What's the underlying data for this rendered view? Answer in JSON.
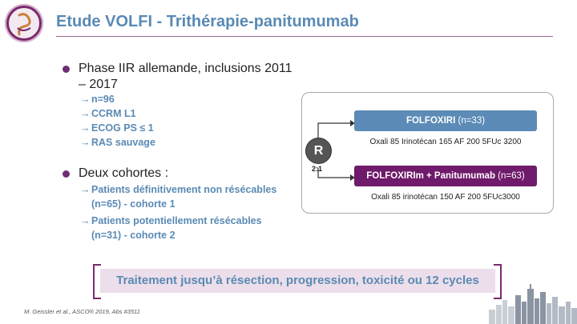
{
  "header": {
    "title": "Etude VOLFI - Trithérapie-panitumumab"
  },
  "bullets": [
    {
      "text_lines": [
        "Phase IIR allemande, inclusions 2011",
        "– 2017"
      ],
      "subs": [
        "n=96",
        "CCRM L1",
        "ECOG PS ≤ 1",
        "RAS sauvage"
      ]
    },
    {
      "text_lines": [
        "Deux cohortes :"
      ],
      "subs": [
        "Patients définitivement non résécables",
        "(n=65) - cohorte 1",
        "Patients potentiellement résécables",
        "(n=31) - cohorte 2"
      ]
    }
  ],
  "design": {
    "randomization_label": "R",
    "ratio": "2:1",
    "arm1": {
      "name": "FOLFOXIRI",
      "n": "(n=33)",
      "dose": "Oxali 85 Irinotécan 165 AF 200 5FUc 3200"
    },
    "arm2": {
      "name": "FOLFOXIRIm + Panitumumab",
      "n": "(n=63)",
      "dose": "Oxali 85 irinotécan 150 AF 200 5FUc3000"
    }
  },
  "banner": {
    "text": "Traitement jusqu’à résection, progression, toxicité ou 12 cycles"
  },
  "citation": "M. Geissler et al., ASCO® 2019, Abs #3511",
  "colors": {
    "accent_blue": "#5a8ab4",
    "brand_purple": "#6f1a6a",
    "banner_bg": "#ecdeea"
  },
  "icons": {
    "logo": "society-logo-icon",
    "bullet": "round-bullet-icon",
    "arrow": "right-arrow-icon",
    "skyline": "city-skyline-image"
  }
}
